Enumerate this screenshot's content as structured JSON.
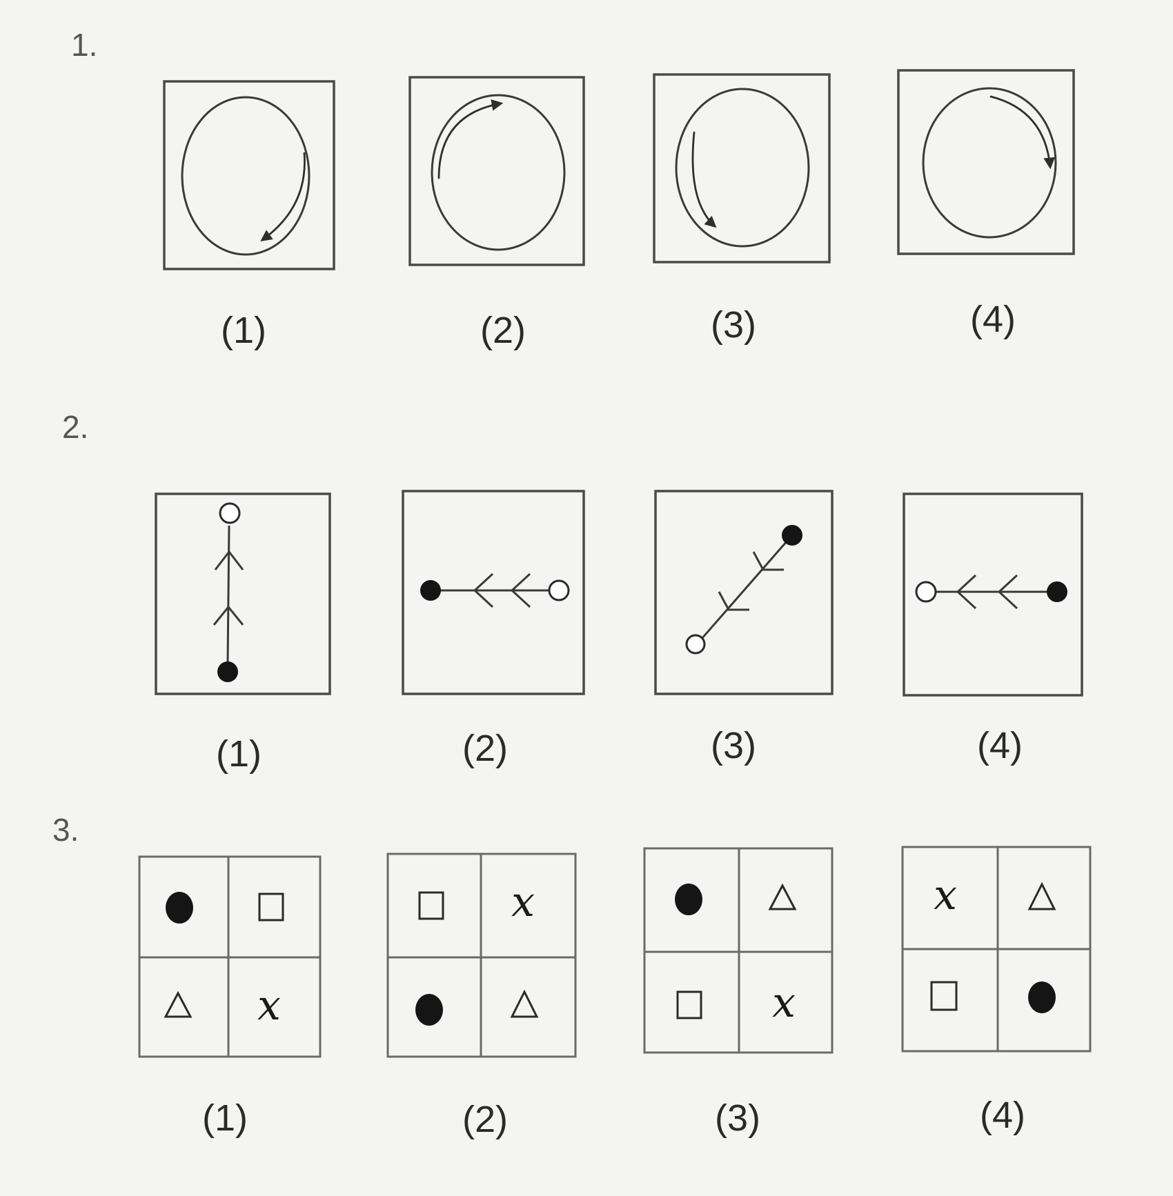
{
  "questions": [
    {
      "number": "1.",
      "figures": [
        {
          "caption": "(1)",
          "shape": "circle-with-arc-arrow",
          "arc": "right-side-downward"
        },
        {
          "caption": "(2)",
          "shape": "circle-with-arc-arrow",
          "arc": "upper-left-clockwise"
        },
        {
          "caption": "(3)",
          "shape": "circle-with-arc-arrow",
          "arc": "left-side-downward"
        },
        {
          "caption": "(4)",
          "shape": "circle-with-arc-arrow",
          "arc": "upper-right-clockwise"
        }
      ]
    },
    {
      "number": "2.",
      "figures": [
        {
          "caption": "(1)",
          "shape": "arrow-line",
          "orientation": "vertical",
          "filled_end": "bottom",
          "hollow_end": "top"
        },
        {
          "caption": "(2)",
          "shape": "arrow-line",
          "orientation": "horizontal",
          "filled_end": "left",
          "hollow_end": "right"
        },
        {
          "caption": "(3)",
          "shape": "arrow-line",
          "orientation": "diagonal",
          "filled_end": "top-right",
          "hollow_end": "bottom-left"
        },
        {
          "caption": "(4)",
          "shape": "arrow-line",
          "orientation": "horizontal",
          "filled_end": "right",
          "hollow_end": "left"
        }
      ]
    },
    {
      "number": "3.",
      "figures": [
        {
          "caption": "(1)",
          "cells": [
            "dot",
            "square",
            "triangle",
            "x"
          ]
        },
        {
          "caption": "(2)",
          "cells": [
            "square",
            "x",
            "dot",
            "triangle"
          ]
        },
        {
          "caption": "(3)",
          "cells": [
            "dot",
            "triangle",
            "square",
            "x"
          ]
        },
        {
          "caption": "(4)",
          "cells": [
            "x",
            "triangle",
            "square",
            "dot"
          ]
        }
      ]
    }
  ],
  "symbol_glyph_x": "x"
}
